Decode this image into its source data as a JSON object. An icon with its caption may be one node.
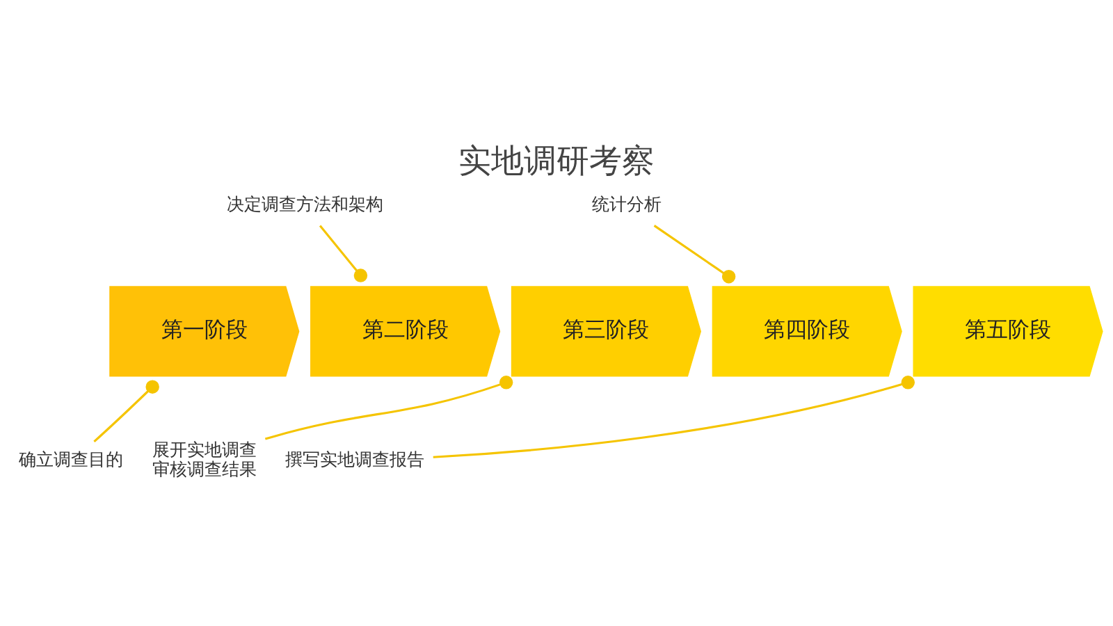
{
  "diagram": {
    "title": "实地调研考察",
    "nodes": [
      {
        "text": [
          "第一阶段"
        ]
      },
      {
        "text": [
          "第二阶段"
        ]
      },
      {
        "text": [
          "第三阶段"
        ]
      },
      {
        "text": [
          "第四阶段"
        ]
      },
      {
        "text": [
          "第五阶段"
        ]
      },
      {
        "text": [
          "确立调查目的"
        ]
      },
      {
        "text": [
          "决定调查方法和架构"
        ]
      },
      {
        "text": [
          "展开实地调查",
          "审核调查结果"
        ]
      },
      {
        "text": [
          "统计分析"
        ]
      },
      {
        "text": [
          "撰写实地调查报告"
        ]
      }
    ],
    "edges": [
      {
        "from": 5,
        "to": 0,
        "arrow": "other"
      },
      {
        "from": 6,
        "to": 1,
        "arrow": "other"
      },
      {
        "from": 7,
        "to": 2,
        "arrow": "other"
      },
      {
        "from": 8,
        "to": 3,
        "arrow": "other"
      },
      {
        "from": 9,
        "to": 4,
        "arrow": "other"
      }
    ]
  }
}
